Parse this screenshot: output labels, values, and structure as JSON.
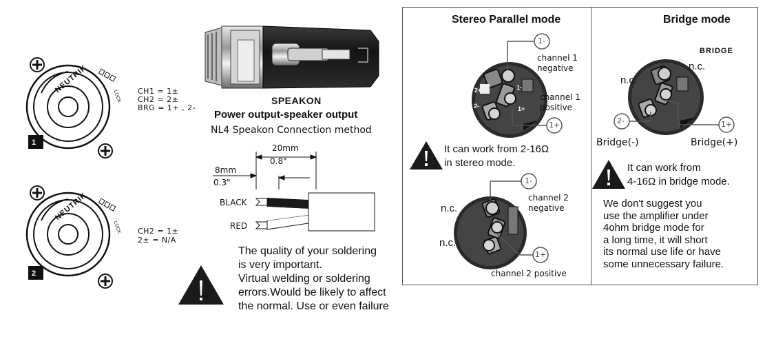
{
  "connectors": {
    "top_label": "1",
    "bottom_label": "2",
    "brand": "NEUTRIK",
    "lock": "LOCK",
    "ch1_lines": [
      "CH1 = 1±",
      "CH2 = 2±",
      "BRG = 1+ , 2-"
    ],
    "ch2_lines": [
      "CH2 = 1±",
      "2± = N/A"
    ]
  },
  "speakon": {
    "name": "SPEAKON",
    "subtitle": "Power output-speaker output",
    "method": "NL4 Speakon Connection method"
  },
  "strip": {
    "dim1_value": "20mm",
    "dim1_inch": "0.8\"",
    "dim2_value": "8mm",
    "dim2_inch": "0.3\"",
    "wire_black": "BLACK",
    "wire_red": "RED"
  },
  "soldering_warning": [
    "The quality of your soldering",
    "is very important.",
    "Virtual welding or soldering",
    "errors.Would be likely to affect",
    "the normal. Use or even failure"
  ],
  "stereo": {
    "title": "Stereo Parallel mode",
    "ch1_neg_circle": "1-",
    "ch1_neg_label": [
      "channel 1",
      "negative"
    ],
    "ch1_pos_label": [
      "channel 1",
      "positive"
    ],
    "ch1_pos_circle": "1+",
    "warning": [
      "It can work from 2-16Ω",
      "in stereo mode."
    ],
    "ch2_neg_circle": "1-",
    "ch2_neg_label": [
      "channel 2",
      "negative"
    ],
    "nc_a": "n.c.",
    "nc_b": "n.c.",
    "ch2_pos_circle": "1+",
    "ch2_pos_label": "channel 2 positive",
    "pins": [
      "1-",
      "1+",
      "2+",
      "2-"
    ]
  },
  "bridge": {
    "title": "Bridge mode",
    "brand": "BRIDGE",
    "nc_a": "n.c.",
    "nc_b": "n.c.",
    "neg_circle": "2-",
    "pos_circle": "1+",
    "neg_label": "Bridge(-)",
    "pos_label": "Bridge(+)",
    "warning": [
      "It can work from",
      "4-16Ω in bridge mode."
    ],
    "note": [
      "We don't suggest you",
      "use the amplifier under",
      "4ohm bridge mode for",
      "a long time, it will short",
      "its normal use life or have",
      "some unnecessary failure."
    ]
  }
}
